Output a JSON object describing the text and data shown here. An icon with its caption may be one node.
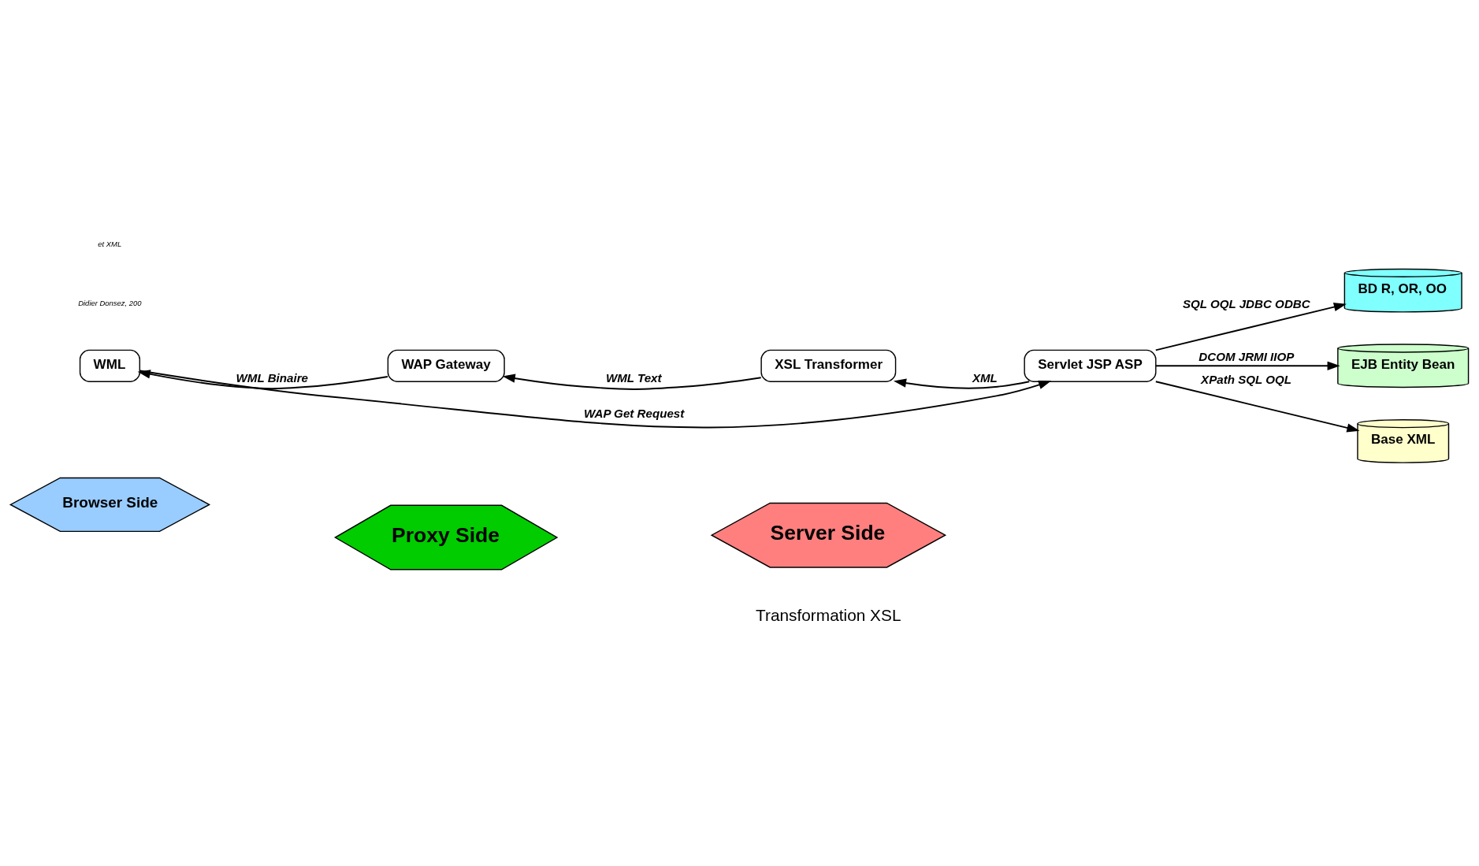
{
  "diagram": {
    "nodes": [
      {
        "text": [
          "WML"
        ]
      },
      {
        "text": [
          "WAP Gateway"
        ]
      },
      {
        "text": [
          "XSL Transformer"
        ]
      },
      {
        "text": [
          "Servlet JSP ASP"
        ]
      },
      {
        "text": [
          "BD R, OR, OO"
        ]
      },
      {
        "text": [
          "EJB Entity Bean"
        ]
      },
      {
        "text": [
          "Base XML"
        ]
      },
      {
        "text": [
          "Browser Side"
        ]
      },
      {
        "text": [
          "Proxy Side"
        ]
      },
      {
        "text": [
          "Server Side"
        ]
      }
    ],
    "edges": [
      {
        "from": 0,
        "to": 3,
        "arrow": "to",
        "label": "WAP Get Request"
      },
      {
        "from": 3,
        "to": 2,
        "arrow": "to",
        "label": "XML"
      },
      {
        "from": 2,
        "to": 1,
        "arrow": "to",
        "label": "WML Text"
      },
      {
        "from": 1,
        "to": 0,
        "arrow": "to",
        "label": "WML Binaire"
      },
      {
        "from": 3,
        "to": 4,
        "arrow": "to",
        "label": "SQL OQL JDBC ODBC"
      },
      {
        "from": 3,
        "to": 5,
        "arrow": "to",
        "label": "DCOM JRMI IIOP"
      },
      {
        "from": 3,
        "to": 6,
        "arrow": "to",
        "label": "XPath SQL OQL"
      }
    ],
    "labels": [
      "Transformation XSL",
      "Didier Donsez, 200",
      "et XML"
    ]
  }
}
